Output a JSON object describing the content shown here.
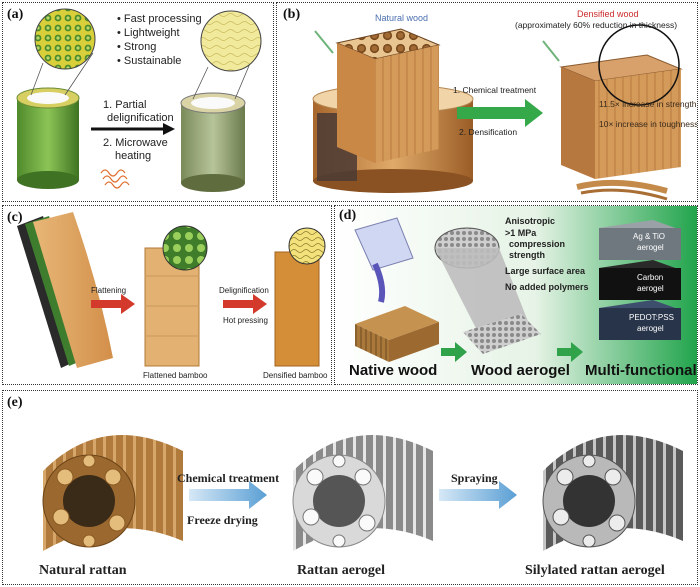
{
  "panel_a": {
    "label": "(a)",
    "bullets": [
      "Fast processing",
      "Lightweight",
      "Strong",
      "Sustainable"
    ],
    "step1": "1. Partial",
    "step1b": "delignification",
    "step2": "2. Microwave",
    "step2b": "heating"
  },
  "panel_b": {
    "label": "(b)",
    "natural": "Natural wood",
    "densified": "Densified wood",
    "densified_note": "(approximately 60% reduction in thickness)",
    "step1": "1. Chemical treatment",
    "step2": "2. Densification",
    "strength": "11.5× increase in strength",
    "toughness": "10× increase in toughness"
  },
  "panel_c": {
    "label": "(c)",
    "flattening": "Flattening",
    "delignification": "Delignification",
    "hot_pressing": "Hot pressing",
    "flattened": "Flattened bamboo",
    "densified": "Densified bamboo"
  },
  "panel_d": {
    "label": "(d)",
    "anisotropic": "Anisotropic",
    "compression1": ">1 MPa",
    "compression2": "compression",
    "compression3": "strength",
    "surface": "Large surface area",
    "polymers": "No added polymers",
    "native": "Native wood",
    "aerogel": "Wood aerogel",
    "multi": "Multi-functional",
    "ag1": "Ag & TiO",
    "ag2": "aerogel",
    "carbon1": "Carbon",
    "carbon2": "aerogel",
    "pedot1": "PEDOT:PSS",
    "pedot2": "aerogel"
  },
  "panel_e": {
    "label": "(e)",
    "chem": "Chemical treatment",
    "freeze": "Freeze drying",
    "spraying": "Spraying",
    "natural": "Natural rattan",
    "aerogel": "Rattan aerogel",
    "silylated": "Silylated rattan aerogel"
  },
  "colors": {
    "bamboo_green": "#5c9a3a",
    "wood": "#c98d4a",
    "green_bg": "#1fa34a",
    "arrow_blue": "#5a9fd4",
    "arrow_red": "#d33a2c"
  }
}
